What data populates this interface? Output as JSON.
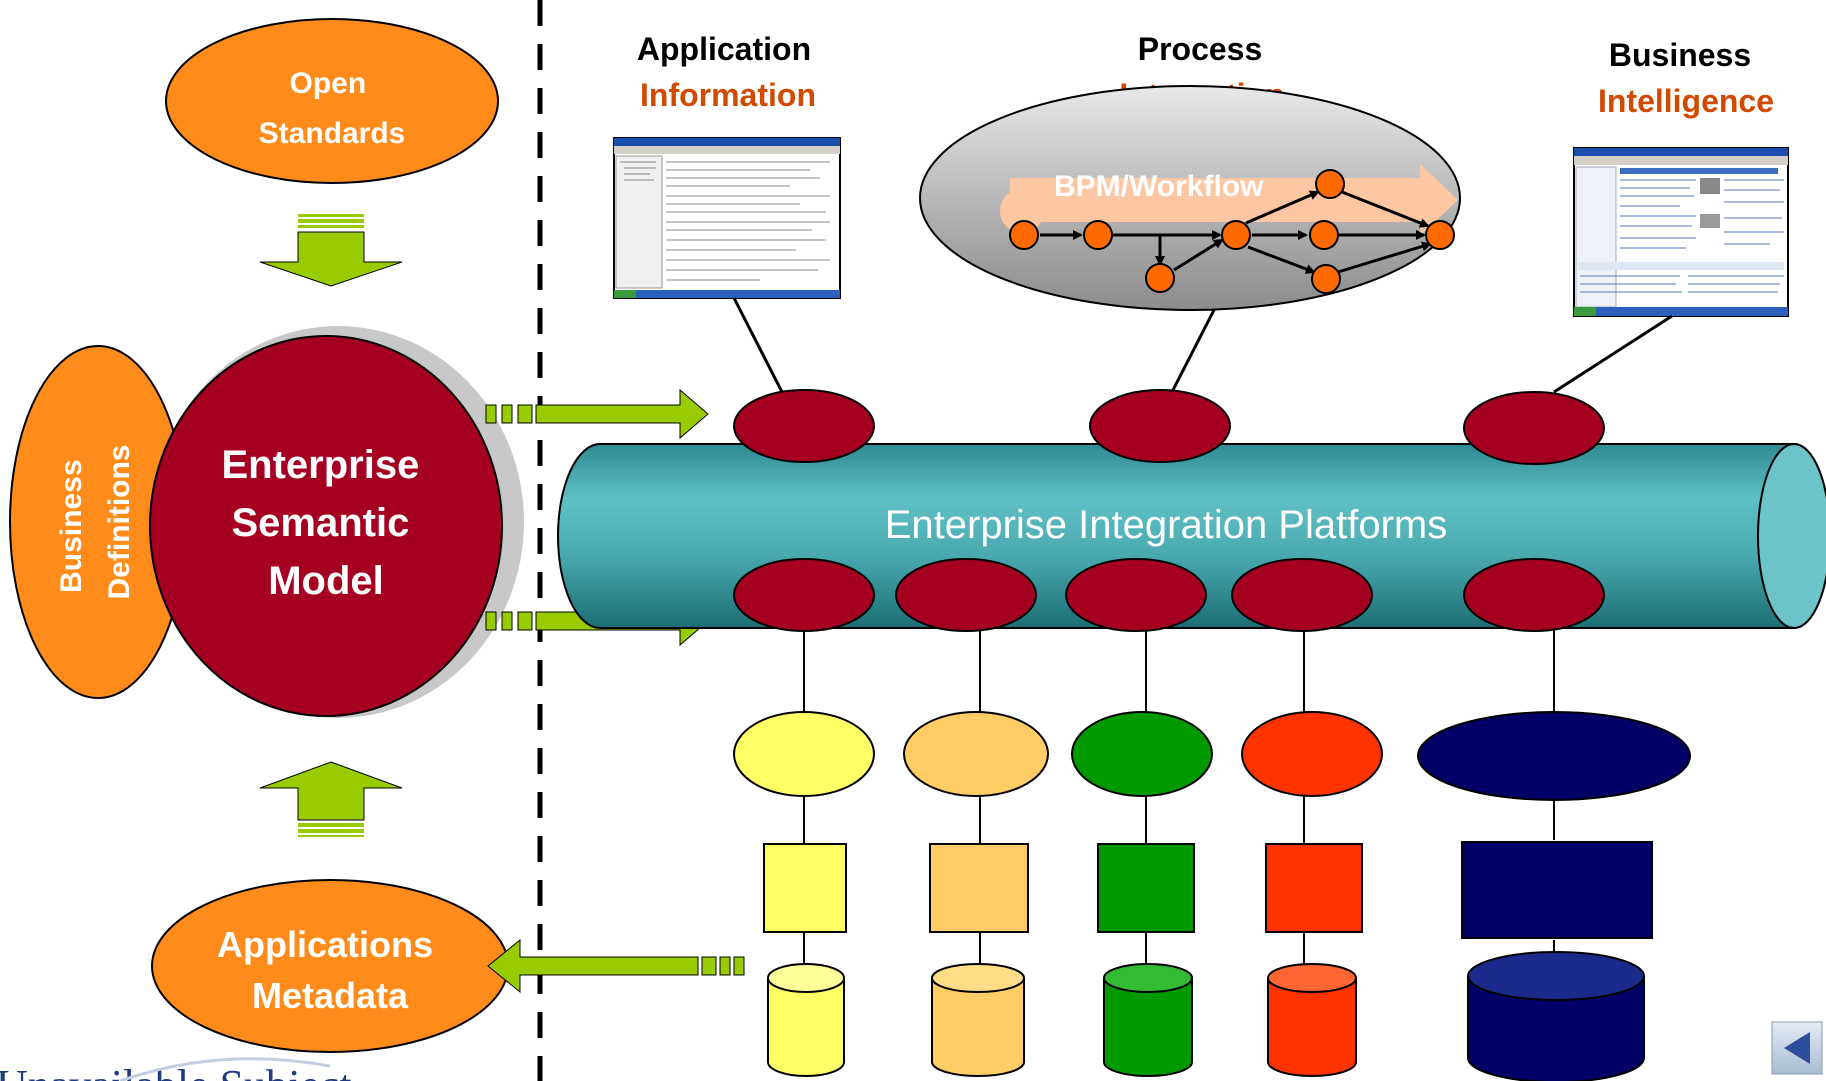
{
  "colors": {
    "orange": "#ff8c1a",
    "maroon": "#a50021",
    "lime": "#99cc00",
    "teal": "#4aaab0",
    "title_orange": "#d24a00",
    "text_black": "#000000",
    "yellow": "#ffff66",
    "peach": "#ffcc66",
    "green": "#009900",
    "red_orange": "#ff3300",
    "navy": "#000066",
    "gray_nav": "#b8c7d9"
  },
  "left": {
    "open_standards": [
      "Open",
      "Standards"
    ],
    "business_definitions": [
      "Business",
      "Definitions"
    ],
    "semantic_model": [
      "Enterprise",
      "Semantic",
      "Model"
    ],
    "applications_metadata": [
      "Applications",
      "Metadata"
    ],
    "footer_partial_text": "Unavailable Subject"
  },
  "top": {
    "application_information": {
      "line1": "Application",
      "line2": "Information"
    },
    "process_integration": {
      "line1": "Process",
      "line2": "Integration"
    },
    "business_intelligence": {
      "line1": "Business",
      "line2": "Intelligence"
    },
    "bpm_label": "BPM/Workflow"
  },
  "bus": {
    "label": "Enterprise Integration Platforms"
  },
  "stacks": [
    {
      "name": "yellow",
      "color": "#ffff66"
    },
    {
      "name": "peach",
      "color": "#ffcc66"
    },
    {
      "name": "green",
      "color": "#009900"
    },
    {
      "name": "red-orange",
      "color": "#ff3300"
    },
    {
      "name": "navy",
      "color": "#000066"
    }
  ],
  "nav": {
    "icon": "triangle-left-icon"
  }
}
